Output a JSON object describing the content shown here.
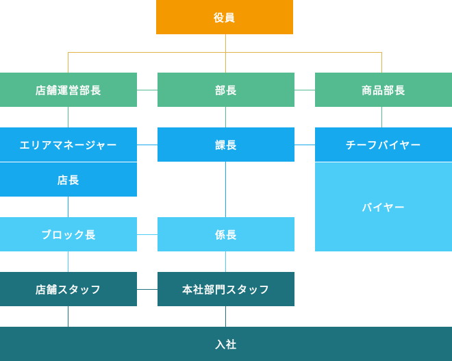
{
  "colors": {
    "executive": "#f49a00",
    "manager": "#54ba8f",
    "mid": "#17a9ee",
    "section_store": "#17a9ee",
    "buyer": "#4ccdf7",
    "block": "#4ccdf7",
    "staff": "#1d727d",
    "entry": "#1d727d",
    "connector_gold": "#e0b44a",
    "connector_green": "#54ba8f",
    "connector_blue": "#17a9ee",
    "connector_lightblue": "#4ccdf7",
    "connector_teal": "#1d727d"
  },
  "nodes": {
    "executive": "役員",
    "store_ops_manager": "店舗運営部長",
    "department_manager": "部長",
    "merchandise_manager": "商品部長",
    "area_manager": "エリアマネージャー",
    "section_chief": "課長",
    "chief_buyer": "チーフバイヤー",
    "store_manager": "店長",
    "buyer": "バイヤー",
    "block_manager": "ブロック長",
    "subsection_chief": "係長",
    "store_staff": "店舗スタッフ",
    "head_office_staff": "本社部門スタッフ",
    "entry": "入社"
  }
}
